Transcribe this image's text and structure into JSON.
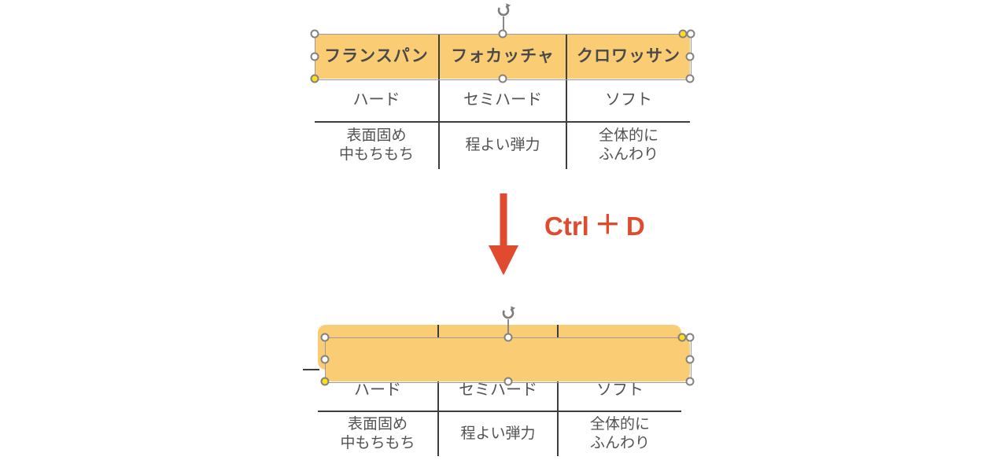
{
  "table": {
    "headers": [
      "フランスパン",
      "フォカッチャ",
      "クロワッサン"
    ],
    "hardness_row": [
      "ハード",
      "セミハード",
      "ソフト"
    ],
    "texture_row": [
      [
        "表面固め",
        "中もちもち"
      ],
      [
        "程よい弾力"
      ],
      [
        "全体的に",
        "ふんわり"
      ]
    ]
  },
  "shortcut": {
    "modifier": "Ctrl",
    "plus": "＋",
    "key": "D"
  },
  "icons": {
    "rotate": "rotate-clockwise-icon",
    "arrow": "down-arrow"
  },
  "colors": {
    "shape_fill": "#FACD74",
    "table_line": "#3D3D3D",
    "header_text": "#4A4A4A",
    "body_text": "#525252",
    "accent_red": "#E04B2F",
    "handle_fill": "#FFFFFF",
    "handle_border": "#828282",
    "adjust_handle_fill": "#FFDE17",
    "selection_outline": "#9B9B9B"
  }
}
